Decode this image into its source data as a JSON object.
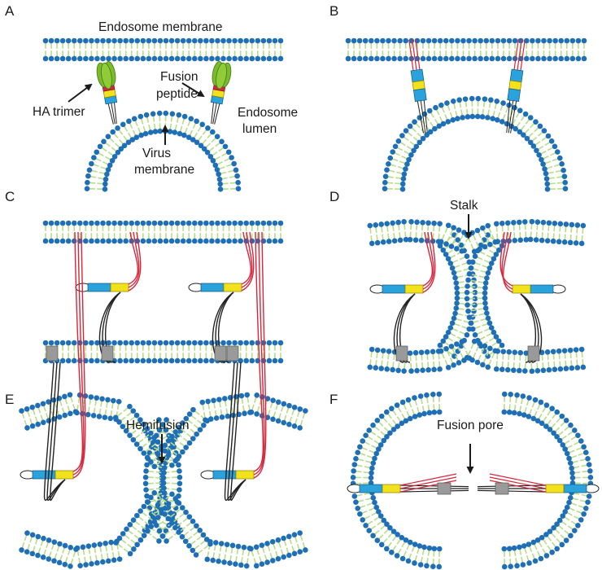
{
  "panels": [
    {
      "letter": "A"
    },
    {
      "letter": "B"
    },
    {
      "letter": "C"
    },
    {
      "letter": "D"
    },
    {
      "letter": "E"
    },
    {
      "letter": "F"
    }
  ],
  "labels": {
    "endosome_membrane": "Endosome membrane",
    "fusion_line1": "Fusion",
    "fusion_line2": "peptide",
    "ha_trimer": "HA trimer",
    "endosome_line1": "Endosome",
    "endosome_line2": "lumen",
    "virus_line1": "Virus",
    "virus_line2": "membrane",
    "stalk": "Stalk",
    "hemifusion": "Hemifusion",
    "fusion_pore": "Fusion pore"
  },
  "colors": {
    "head": "#1f6fb6",
    "tail": "#b8dc8a",
    "ha_head": "#7dbb2e",
    "ha_outline": "#4a7f18",
    "blue": "#2aa2dc",
    "yellow": "#f2e21b",
    "red": "#d6263c",
    "purple": "#7b3f8c",
    "black": "#222222",
    "gray": "#9a9a9a"
  }
}
